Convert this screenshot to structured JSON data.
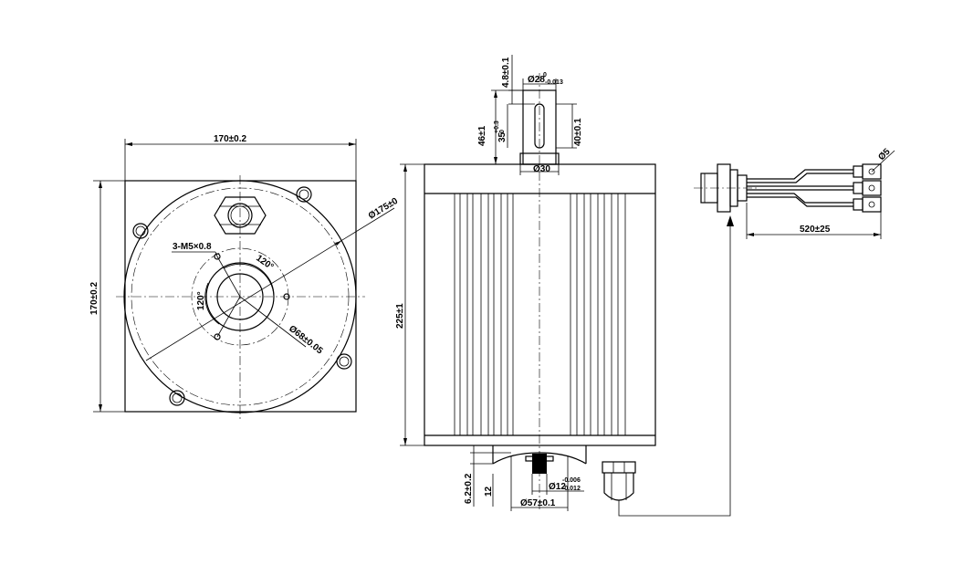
{
  "drawing": {
    "front_view": {
      "width_dim": "170±0.2",
      "height_dim": "170±0.2",
      "pcd_dim": "Ø175±0",
      "pilot_dim": "Ø68±0.05",
      "thread_dim": "3-M5×0.8",
      "angle_a": "120°",
      "angle_b": "120°"
    },
    "side_view": {
      "length_dim": "225±1",
      "shaft_length_dim": "46±1",
      "key_dim": "35",
      "key_tol_upper": "+0.3",
      "key_tol_lower": "0",
      "key_offset_dim": "4.8±0.1",
      "shaft_diam": "Ø28",
      "shaft_tol_upper": "0",
      "shaft_tol_lower": "-0.013",
      "keyway_length_dim": "40±0.1",
      "shoulder_diam": "Ø30",
      "rear_step_dim": "6.2±0.2",
      "rear_len_dim": "12",
      "rear_shaft_diam": "Ø12",
      "rear_shaft_tol_upper": "-0.006",
      "rear_shaft_tol_lower": "-0.012",
      "rear_boss_diam": "Ø57±0.1"
    },
    "cable": {
      "length_dim": "520±25",
      "terminal_dim": "Ø5"
    }
  }
}
